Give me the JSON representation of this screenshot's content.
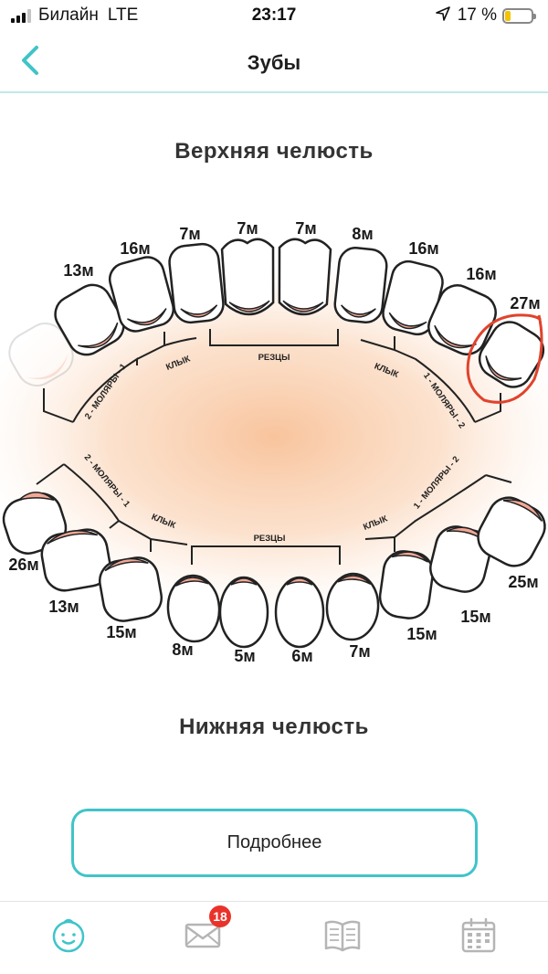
{
  "status": {
    "carrier": "Билайн",
    "network": "LTE",
    "time": "23:17",
    "battery": "17 %"
  },
  "nav": {
    "title": "Зубы"
  },
  "upper_jaw": {
    "title": "Верхняя челюсть",
    "teeth": [
      "13м",
      "16м",
      "7м",
      "7м",
      "7м",
      "8м",
      "16м",
      "16м",
      "27м"
    ],
    "groups": [
      "2 - МОЛЯРЫ - 1",
      "КЛЫК",
      "РЕЗЦЫ",
      "КЛЫК",
      "1 - МОЛЯРЫ - 2"
    ]
  },
  "lower_jaw": {
    "title": "Нижняя челюсть",
    "teeth": [
      "26м",
      "13м",
      "15м",
      "8м",
      "5м",
      "6м",
      "7м",
      "15м",
      "15м",
      "25м"
    ],
    "groups": [
      "2 - МОЛЯРЫ - 1",
      "КЛЫК",
      "РЕЗЦЫ",
      "КЛЫК",
      "1 - МОЛЯРЫ - 2"
    ]
  },
  "details_button": "Подробнее",
  "tabs": [
    {
      "icon": "baby-face-icon",
      "active": true
    },
    {
      "icon": "mail-icon",
      "badge": "18"
    },
    {
      "icon": "book-icon"
    },
    {
      "icon": "calendar-icon"
    }
  ],
  "colors": {
    "accent": "#3fc4c9",
    "gum": "#f2a896",
    "highlight": "#e0432c",
    "badge": "#e9332a"
  }
}
